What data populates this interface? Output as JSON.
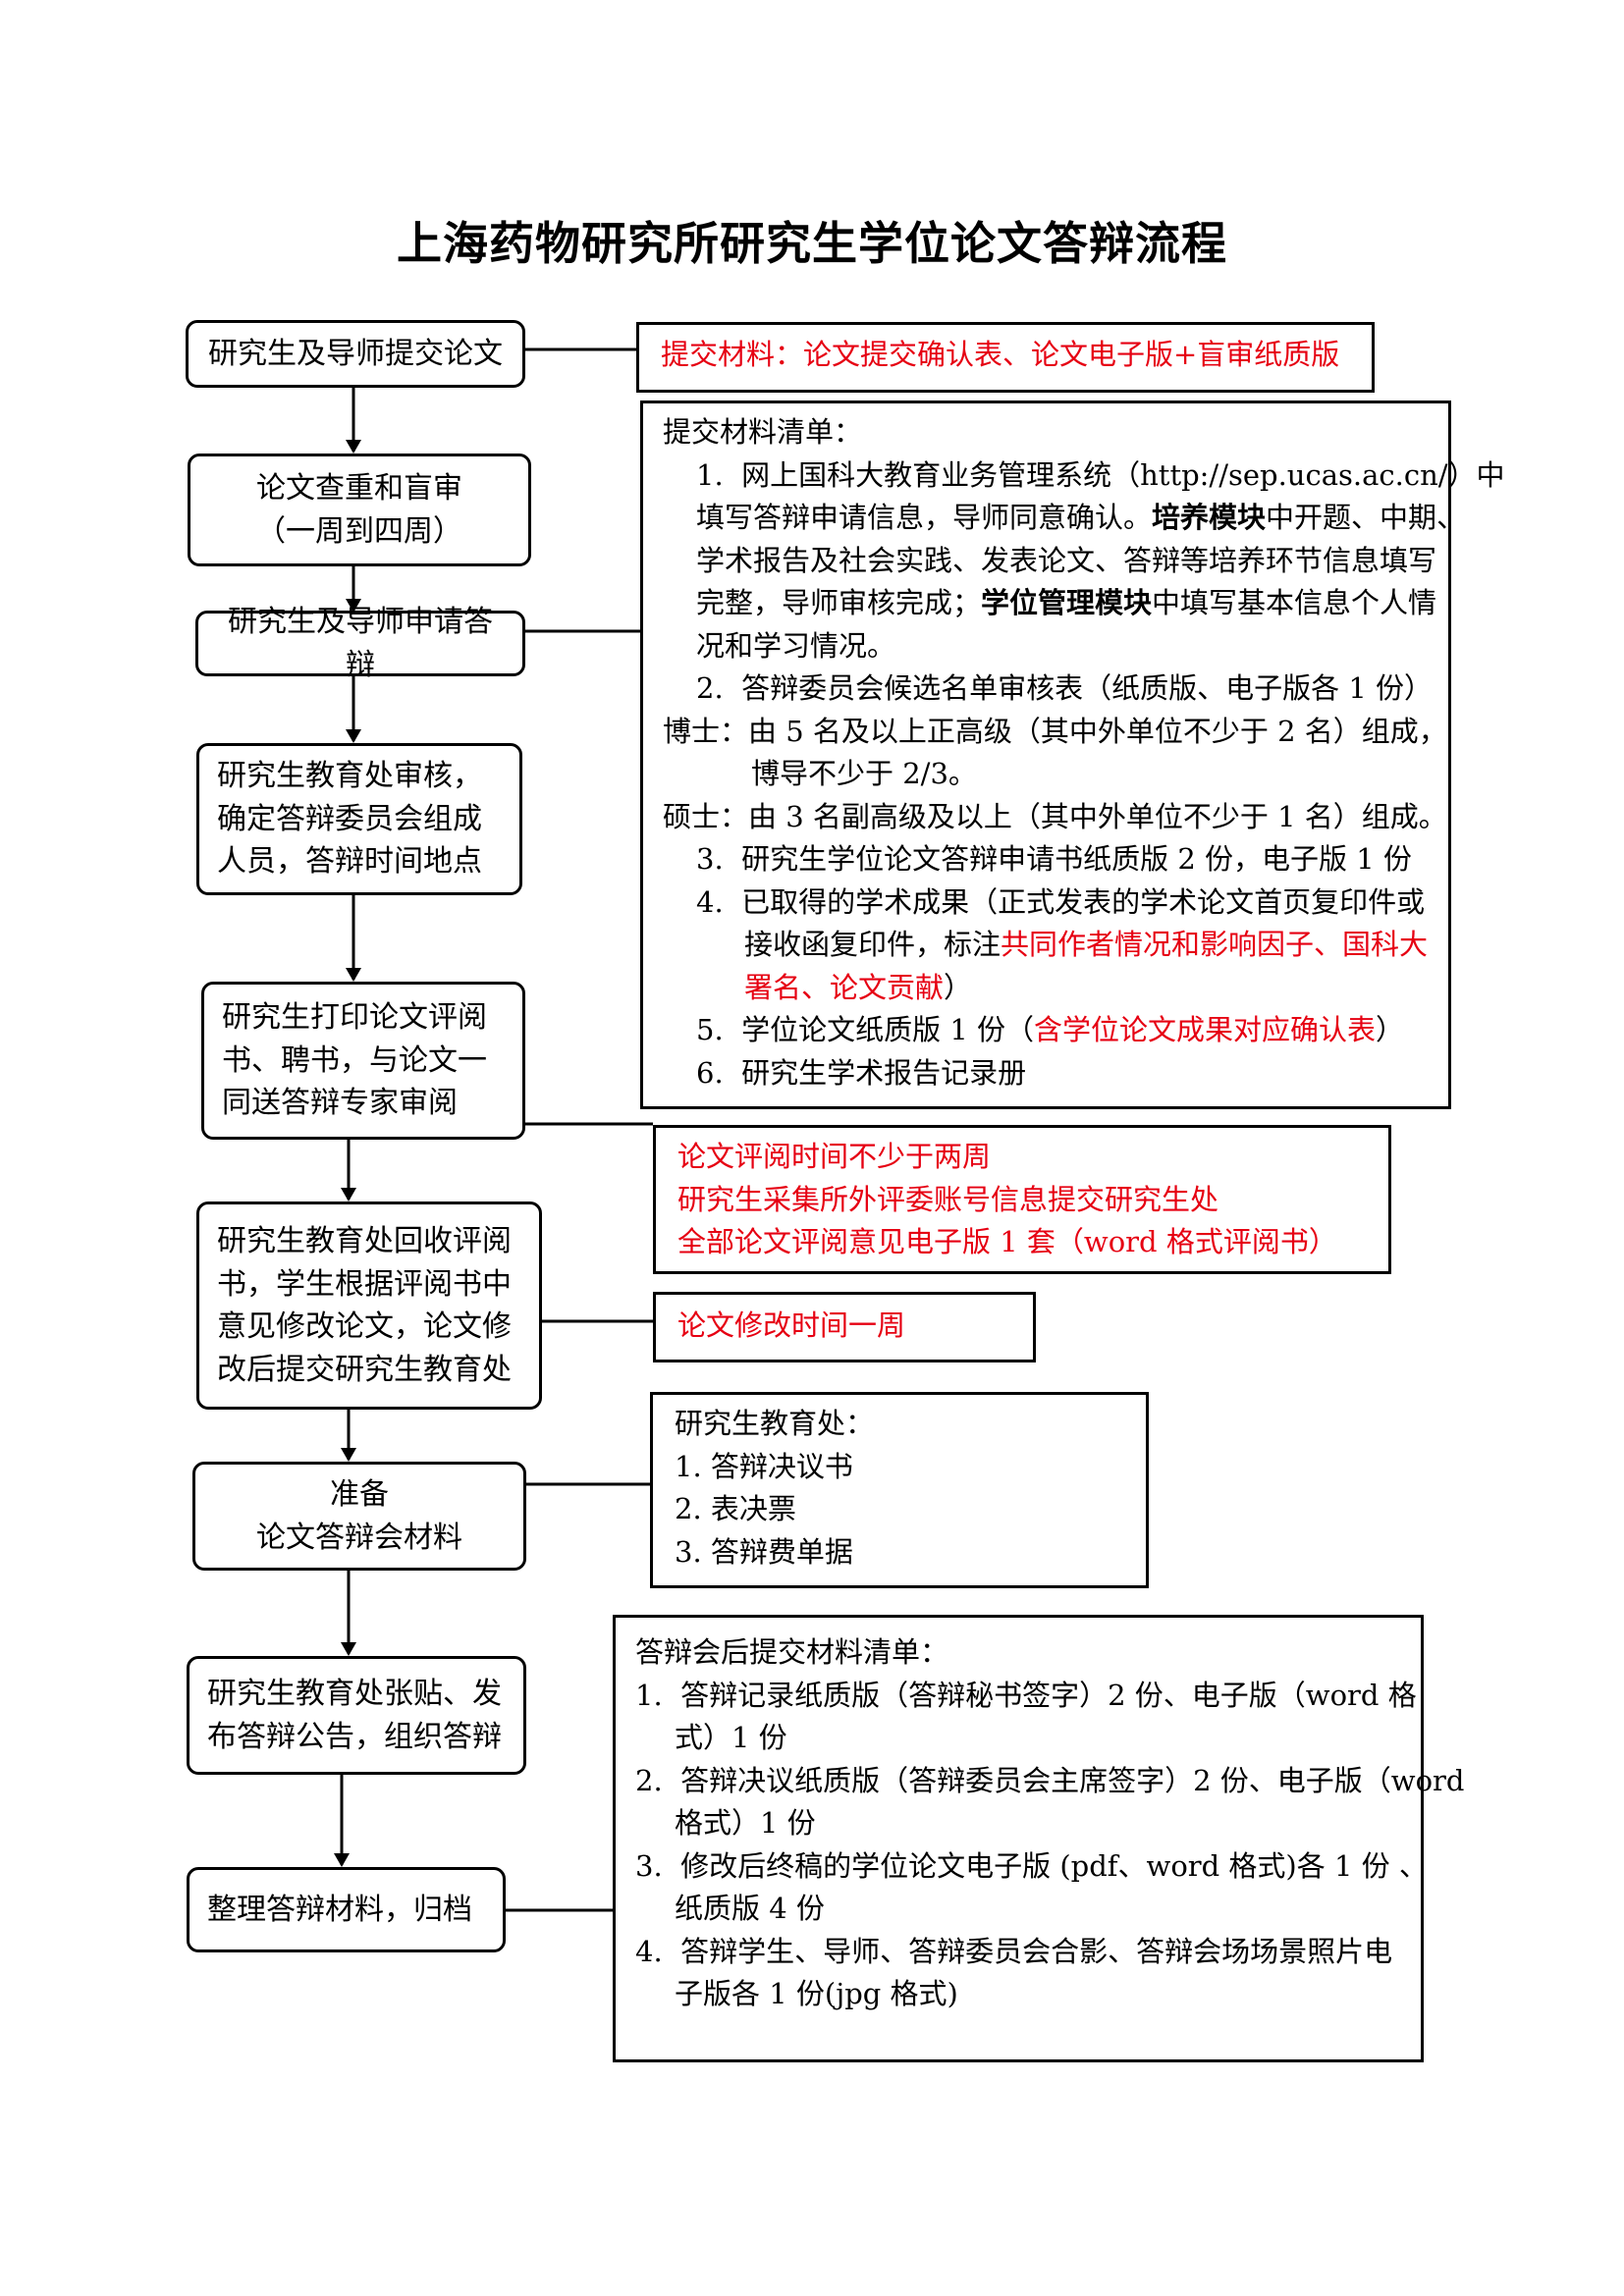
{
  "title": "上海药物研究所研究生学位论文答辩流程",
  "steps": [
    "研究生及导师提交论文",
    "论文查重和盲审\n（一周到四周）",
    "研究生及导师申请答辩",
    "研究生教育处审核，\n确定答辩委员会组成\n人员，答辩时间地点",
    "研究生打印论文评阅\n书、聘书，与论文一\n同送答辩专家审阅",
    "研究生教育处回收评阅\n书，学生根据评阅书中\n意见修改论文，论文修\n改后提交研究生教育处",
    "准备\n论文答辩会材料",
    "研究生教育处张贴、发\n布答辩公告，组织答辩",
    "整理答辩材料，归档"
  ],
  "notes": {
    "submit_materials": "提交材料：论文提交确认表、论文电子版+盲审纸质版",
    "checklist": {
      "heading": "提交材料清单：",
      "item1_num": "1.",
      "item1_a": "网上国科大教育业务管理系统（http://sep.ucas.ac.cn/）中",
      "item1_b": "填写答辩申请信息，导师同意确认。",
      "item1_b_bold": "培养模块",
      "item1_b_end": "中开题、中期、",
      "item1_c": "学术报告及社会实践、发表论文、答辩等培养环节信息填写",
      "item1_d": "完整，导师审核完成；",
      "item1_d_bold": "学位管理模块",
      "item1_d_end": "中填写基本信息个人情",
      "item1_e": "况和学习情况。",
      "item2_num": "2.",
      "item2": "答辩委员会候选名单审核表（纸质版、电子版各 1 份）",
      "phd_a": "博士：由 5 名及以上正高级（其中外单位不少于 2 名）组成，",
      "phd_b": "博导不少于 2/3。",
      "master": "硕士：由 3 名副高级及以上（其中外单位不少于 1 名）组成。",
      "item3_num": "3.",
      "item3": "研究生学位论文答辩申请书纸质版 2 份，电子版 1 份",
      "item4_num": "4.",
      "item4_a": "已取得的学术成果（正式发表的学术论文首页复印件或",
      "item4_b": "接收函复印件，标注",
      "item4_b_red": "共同作者情况和影响因子、国科大",
      "item4_c_red": "署名、论文贡献",
      "item4_c": "）",
      "item5_num": "5.",
      "item5": "学位论文纸质版 1 份（",
      "item5_red": "含学位论文成果对应确认表",
      "item5_end": "）",
      "item6_num": "6.",
      "item6": "研究生学术报告记录册"
    },
    "review": [
      "论文评阅时间不少于两周",
      "研究生采集所外评委账号信息提交研究生处",
      "全部论文评阅意见电子版 1 套（word 格式评阅书）"
    ],
    "revise": "论文修改时间一周",
    "office": {
      "heading": "研究生教育处：",
      "items": [
        "1.  答辩决议书",
        "2.  表决票",
        "3.  答辩费单据"
      ]
    },
    "after": {
      "heading": "答辩会后提交材料清单：",
      "item1_a": "答辩记录纸质版（答辩秘书签字）2 份、电子版（word 格",
      "item1_b": "式）1 份",
      "item2_a": "答辩决议纸质版（答辩委员会主席签字）2 份、电子版（word",
      "item2_b": "格式）1 份",
      "item3_a": "修改后终稿的学位论文电子版 (pdf、word 格式)各 1 份 、",
      "item3_b": "纸质版 4 份",
      "item4_a": "答辩学生、导师、答辩委员会合影、答辩会场场景照片电",
      "item4_b": "子版各 1 份(jpg 格式)",
      "nums": [
        "1.",
        "2.",
        "3.",
        "4."
      ]
    }
  },
  "colors": {
    "highlight": "#e60012",
    "line": "#000000"
  }
}
